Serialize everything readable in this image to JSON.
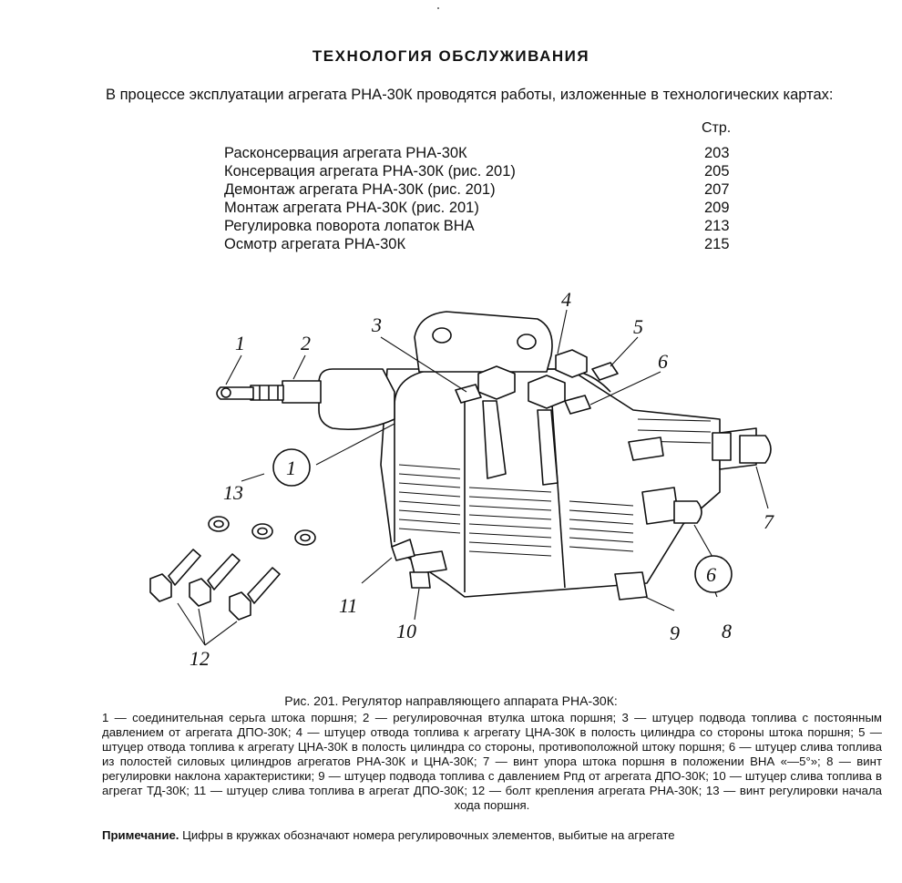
{
  "heading": "ТЕХНОЛОГИЯ ОБСЛУЖИВАНИЯ",
  "intro": "В процессе эксплуатации агрегата РНА-30К проводятся работы, изложенные в технологических картах:",
  "toc_header": "Стр.",
  "toc": [
    {
      "label": "Расконсервация агрегата РНА-30К",
      "page": "203"
    },
    {
      "label": "Консервация агрегата РНА-30К (рис. 201)",
      "page": "205"
    },
    {
      "label": "Демонтаж агрегата РНА-30К (рис. 201)",
      "page": "207"
    },
    {
      "label": "Монтаж агрегата РНА-30К (рис. 201)",
      "page": "209"
    },
    {
      "label": "Регулировка поворота лопаток ВНА",
      "page": "213"
    },
    {
      "label": "Осмотр агрегата РНА-30К",
      "page": "215"
    }
  ],
  "figure": {
    "callouts": [
      "1",
      "2",
      "3",
      "4",
      "5",
      "6",
      "6",
      "7",
      "8",
      "9",
      "10",
      "11",
      "12",
      "13"
    ],
    "circled": [
      "1",
      "6"
    ]
  },
  "caption_title": "Рис. 201. Регулятор направляющего аппарата РНА-30К:",
  "caption": "1 — соединительная серьга штока поршня; 2 — регулировочная втулка штока поршня; 3 — штуцер подвода топлива с постоянным давлением от агрегата ДПО-30К; 4 — штуцер отвода топлива к агрегату ЦНА-30К в полость цилиндра со стороны штока поршня; 5 — штуцер отвода топлива к агрегату ЦНА-30К в полость цилиндра со стороны, противоположной штоку поршня; 6 — штуцер слива топлива из полостей силовых цилиндров агрегатов РНА-30К и ЦНА-30К; 7 — винт упора штока поршня в положении ВНА «—5°»; 8 — винт регулировки наклона характеристики; 9 — штуцер подвода топлива с давлением Pпд от агрегата ДПО-30К; 10 — штуцер слива топлива в агрегат ТД-30К; 11 — штуцер слива топлива в агрегат ДПО-30К; 12 — болт крепления агрегата РНА-30К; 13 — винт регулировки начала хода поршня.",
  "note_label": "Примечание.",
  "note_text": " Цифры в кружках обозначают номера регулировочных элементов, выбитые на агрегате"
}
